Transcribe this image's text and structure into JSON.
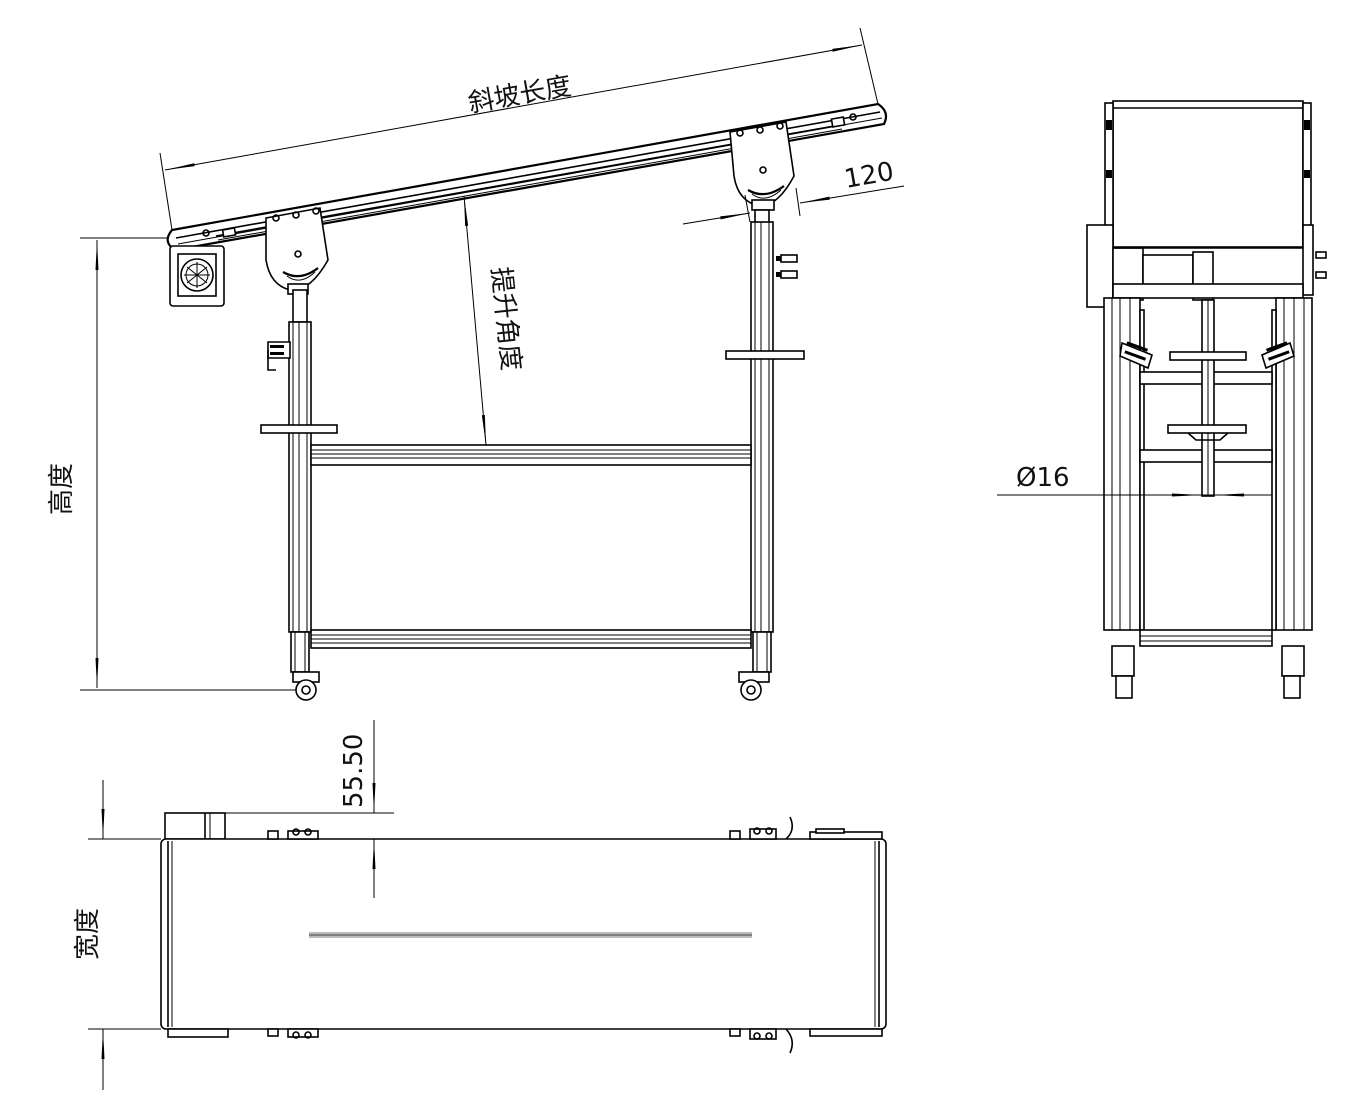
{
  "labels": {
    "slope_length": "斜坡长度",
    "height": "高度",
    "lift_angle": "提升角度",
    "width": "宽度",
    "dim_120": "120",
    "dim_55_50": "55.50",
    "dim_d16": "Ø16"
  }
}
